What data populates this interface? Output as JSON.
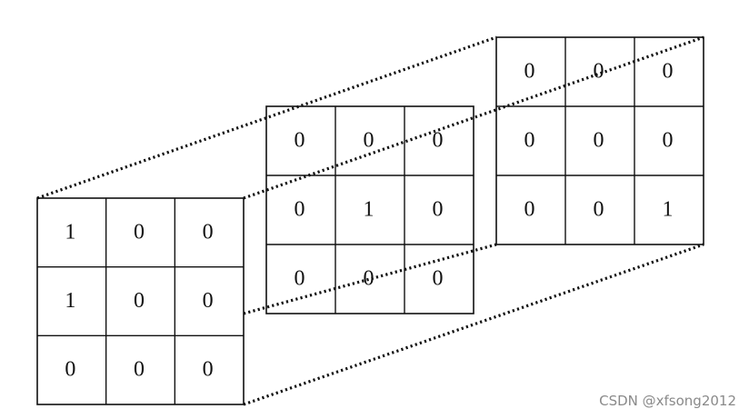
{
  "diagram": {
    "matrices": [
      {
        "id": "front",
        "rows": [
          [
            "1",
            "0",
            "0"
          ],
          [
            "1",
            "0",
            "0"
          ],
          [
            "0",
            "0",
            "0"
          ]
        ]
      },
      {
        "id": "middle",
        "rows": [
          [
            "0",
            "0",
            "0"
          ],
          [
            "0",
            "1",
            "0"
          ],
          [
            "0",
            "0",
            "0"
          ]
        ]
      },
      {
        "id": "back",
        "rows": [
          [
            "0",
            "0",
            "0"
          ],
          [
            "0",
            "0",
            "0"
          ],
          [
            "0",
            "0",
            "1"
          ]
        ]
      }
    ]
  },
  "watermark": {
    "text": "CSDN @xfsong2012"
  },
  "colors": {
    "line": "#111111",
    "text": "#111111",
    "watermark": "#8a8a8a",
    "background": "#ffffff"
  }
}
